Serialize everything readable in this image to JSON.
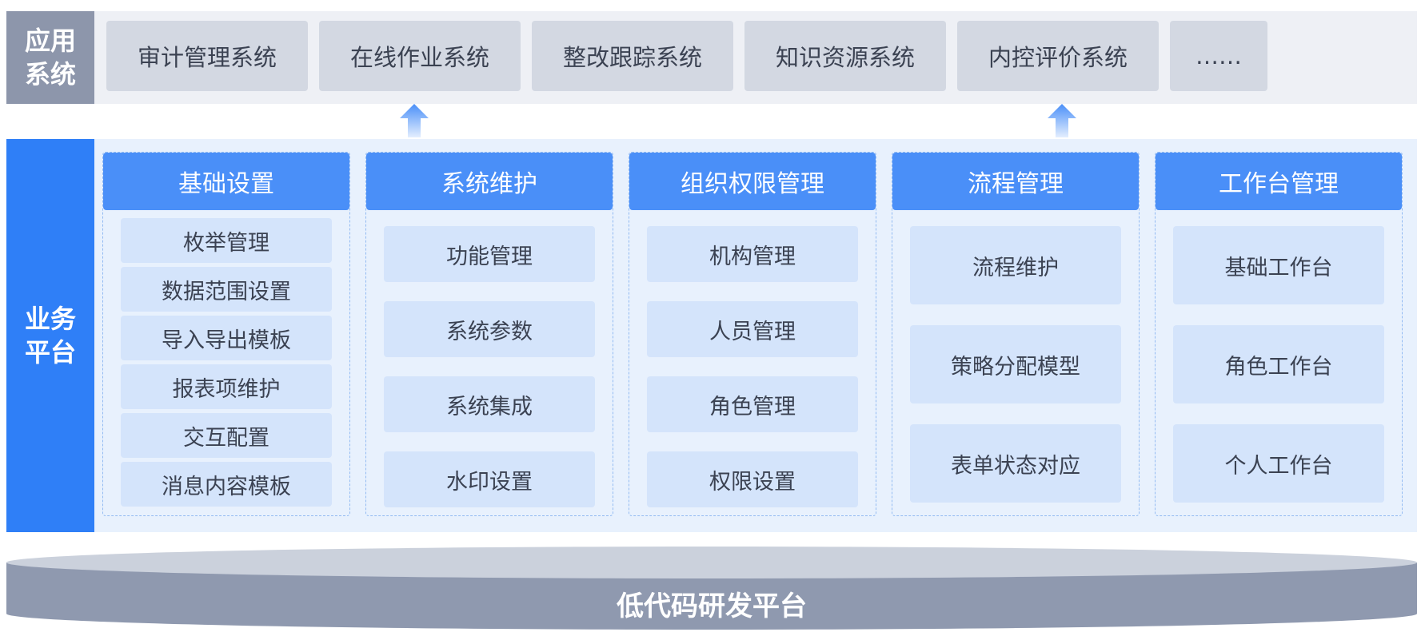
{
  "app_system": {
    "label_line1": "应用",
    "label_line2": "系统",
    "items": [
      "审计管理系统",
      "在线作业系统",
      "整改跟踪系统",
      "知识资源系统",
      "内控评价系统",
      "……"
    ]
  },
  "business_platform": {
    "label_line1": "业务",
    "label_line2": "平台",
    "columns": [
      {
        "title": "基础设置",
        "items": [
          "枚举管理",
          "数据范围设置",
          "导入导出模板",
          "报表项维护",
          "交互配置",
          "消息内容模板"
        ]
      },
      {
        "title": "系统维护",
        "items": [
          "功能管理",
          "系统参数",
          "系统集成",
          "水印设置"
        ]
      },
      {
        "title": "组织权限管理",
        "items": [
          "机构管理",
          "人员管理",
          "角色管理",
          "权限设置"
        ]
      },
      {
        "title": "流程管理",
        "items": [
          "流程维护",
          "策略分配模型",
          "表单状态对应"
        ]
      },
      {
        "title": "工作台管理",
        "items": [
          "基础工作台",
          "角色工作台",
          "个人工作台"
        ]
      }
    ]
  },
  "low_code_platform": {
    "label": "低代码研发平台"
  },
  "colors": {
    "app_label_bg": "#8d96ab",
    "app_item_bg": "#d3d8e2",
    "biz_label_bg": "#2f7ff7",
    "col_header_bg": "#4a8ff8",
    "col_item_bg": "#d4e4fb",
    "arrow": "#4a8ff8"
  }
}
